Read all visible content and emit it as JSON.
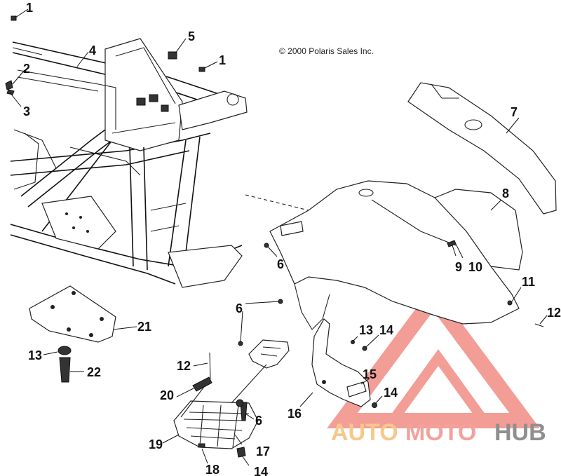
{
  "copyright": "© 2000 Polaris Sales Inc.",
  "watermark": {
    "part1": "AUTO",
    "part2": "MOTO",
    "part3": "HUB",
    "colors": {
      "auto": "#f6c88a",
      "moto": "#f3a29b",
      "hub": "#9a9a9a",
      "triangle": "#f28d86"
    }
  },
  "callouts": {
    "c1a": "1",
    "c1b": "1",
    "c2": "2",
    "c3": "3",
    "c4": "4",
    "c5": "5",
    "c6a": "6",
    "c6b": "6",
    "c6c": "6",
    "c7": "7",
    "c8": "8",
    "c9": "9",
    "c10": "10",
    "c11": "11",
    "c12a": "12",
    "c12b": "12",
    "c13a": "13",
    "c13b": "13",
    "c14a": "14",
    "c14b": "14",
    "c14c": "14",
    "c15": "15",
    "c16": "16",
    "c17": "17",
    "c18": "18",
    "c19": "19",
    "c20": "20",
    "c21": "21",
    "c22": "22"
  }
}
